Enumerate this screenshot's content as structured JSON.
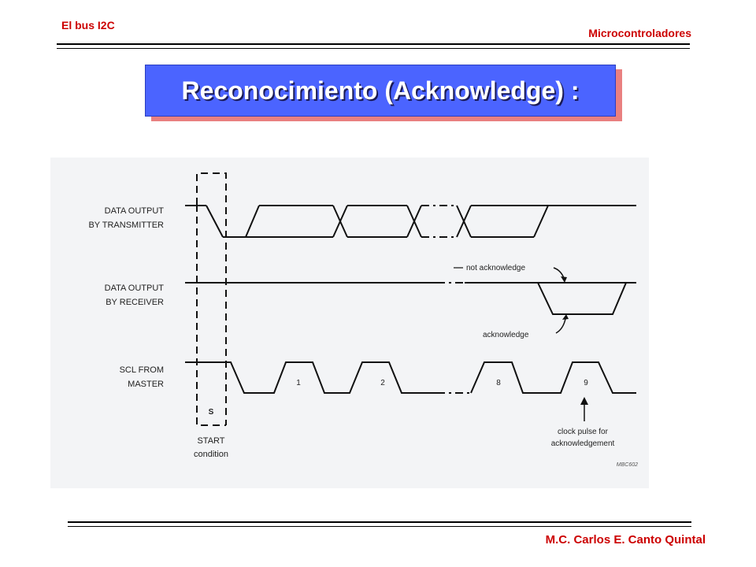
{
  "header": {
    "left_title": "El bus I2C",
    "right_title": "Microcontroladores"
  },
  "slide": {
    "title": "Reconocimiento (Acknowledge) :"
  },
  "diagram": {
    "signals": [
      {
        "line1": "DATA OUTPUT",
        "line2": "BY TRANSMITTER"
      },
      {
        "line1": "DATA OUTPUT",
        "line2": "BY RECEIVER"
      },
      {
        "line1": "SCL FROM",
        "line2": "MASTER"
      }
    ],
    "clock_pulses": [
      "1",
      "2",
      "8",
      "9"
    ],
    "start_symbol": "S",
    "start_label": [
      "START",
      "condition"
    ],
    "not_ack_label": "not acknowledge",
    "ack_label": "acknowledge",
    "clock_note": [
      "clock pulse for",
      "acknowledgement"
    ],
    "figure_code": "MBC602"
  },
  "footer": {
    "author": "M.C. Carlos E. Canto Quintal"
  },
  "colors": {
    "accent_red": "#cc0000",
    "title_blue": "#4b64ff",
    "title_shadow": "#e98080"
  }
}
